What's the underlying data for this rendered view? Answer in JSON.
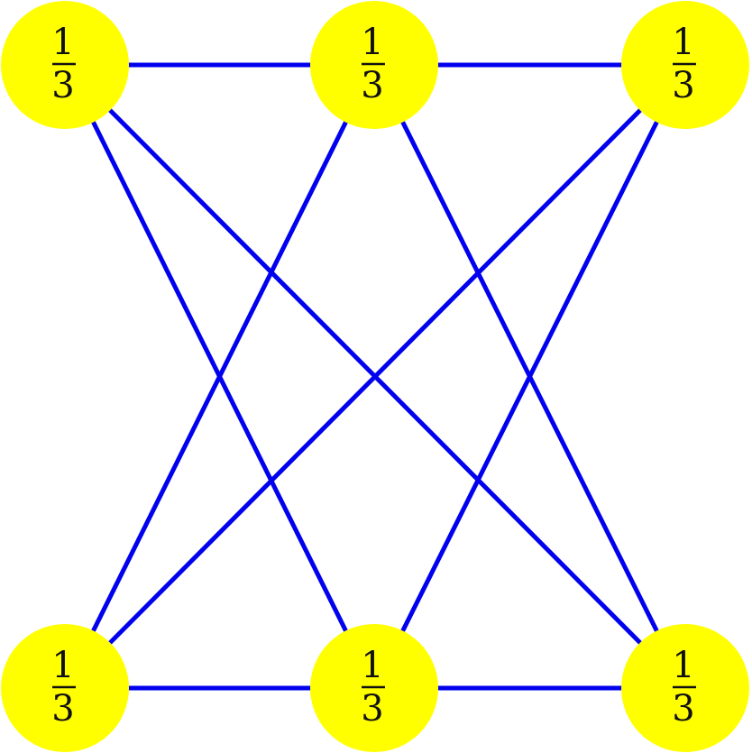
{
  "colors": {
    "background": "#ffffff",
    "node_fill": "#ffff00",
    "edge_stroke": "#0000ee",
    "label_text": "#111111"
  },
  "nodes": [
    {
      "id": "top-left",
      "numerator": "1",
      "denominator": "3"
    },
    {
      "id": "top-middle",
      "numerator": "1",
      "denominator": "3"
    },
    {
      "id": "top-right",
      "numerator": "1",
      "denominator": "3"
    },
    {
      "id": "bottom-left",
      "numerator": "1",
      "denominator": "3"
    },
    {
      "id": "bottom-middle",
      "numerator": "1",
      "denominator": "3"
    },
    {
      "id": "bottom-right",
      "numerator": "1",
      "denominator": "3"
    }
  ],
  "edges": [
    {
      "from": "top-left",
      "to": "top-middle"
    },
    {
      "from": "top-middle",
      "to": "top-right"
    },
    {
      "from": "bottom-left",
      "to": "bottom-middle"
    },
    {
      "from": "bottom-middle",
      "to": "bottom-right"
    },
    {
      "from": "top-left",
      "to": "bottom-middle"
    },
    {
      "from": "top-left",
      "to": "bottom-right"
    },
    {
      "from": "top-middle",
      "to": "bottom-left"
    },
    {
      "from": "top-middle",
      "to": "bottom-right"
    },
    {
      "from": "top-right",
      "to": "bottom-left"
    },
    {
      "from": "top-right",
      "to": "bottom-middle"
    }
  ]
}
